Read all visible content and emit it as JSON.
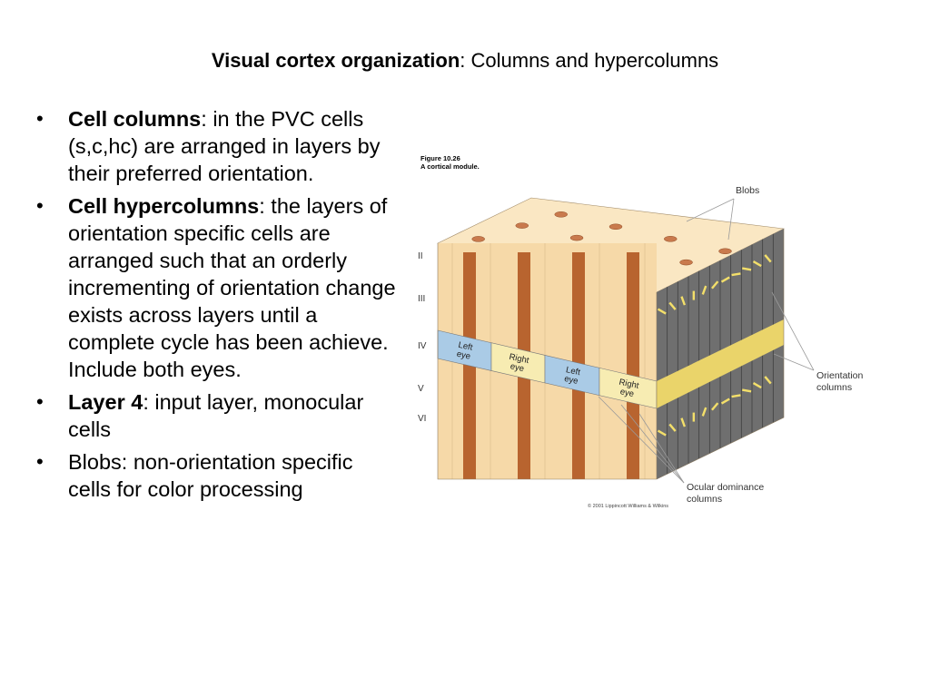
{
  "slide": {
    "title_bold": "Visual cortex organization",
    "title_rest": ": Columns and hypercolumns",
    "bullets": [
      {
        "bold": "Cell columns",
        "text": ": in the PVC cells (s,c,hc) are arranged in layers by their preferred orientation."
      },
      {
        "bold": "Cell hypercolumns",
        "text": ": the layers of orientation specific cells are arranged such that an orderly incrementing of orientation change exists across layers until a complete cycle has been achieve. Include both eyes."
      },
      {
        "bold": "Layer 4",
        "text": ": input layer, monocular cells"
      },
      {
        "bold": "",
        "text": "Blobs: non-orientation specific cells for color processing"
      }
    ]
  },
  "figure": {
    "figure_number": "Figure 10.26",
    "figure_caption": "A cortical module.",
    "layers": [
      "II",
      "III",
      "IV",
      "V",
      "VI"
    ],
    "band_labels": [
      "Left eye",
      "Right eye",
      "Left eye",
      "Right eye"
    ],
    "callouts": {
      "blobs": "Blobs",
      "orientation_line1": "Orientation",
      "orientation_line2": "columns",
      "ocular_line1": "Ocular dominance",
      "ocular_line2": "columns"
    },
    "copyright": "© 2001 Lippincott Williams & Wilkins",
    "colors": {
      "front": "#f6d9a8",
      "top": "#fae7c3",
      "stripe": "#b8642f",
      "side": "#6f6f6f",
      "band_blue": "#aacbe6",
      "band_yellow": "#f7ecb2",
      "band_side": "#ead46a",
      "ticks": "#f3df6a"
    }
  }
}
